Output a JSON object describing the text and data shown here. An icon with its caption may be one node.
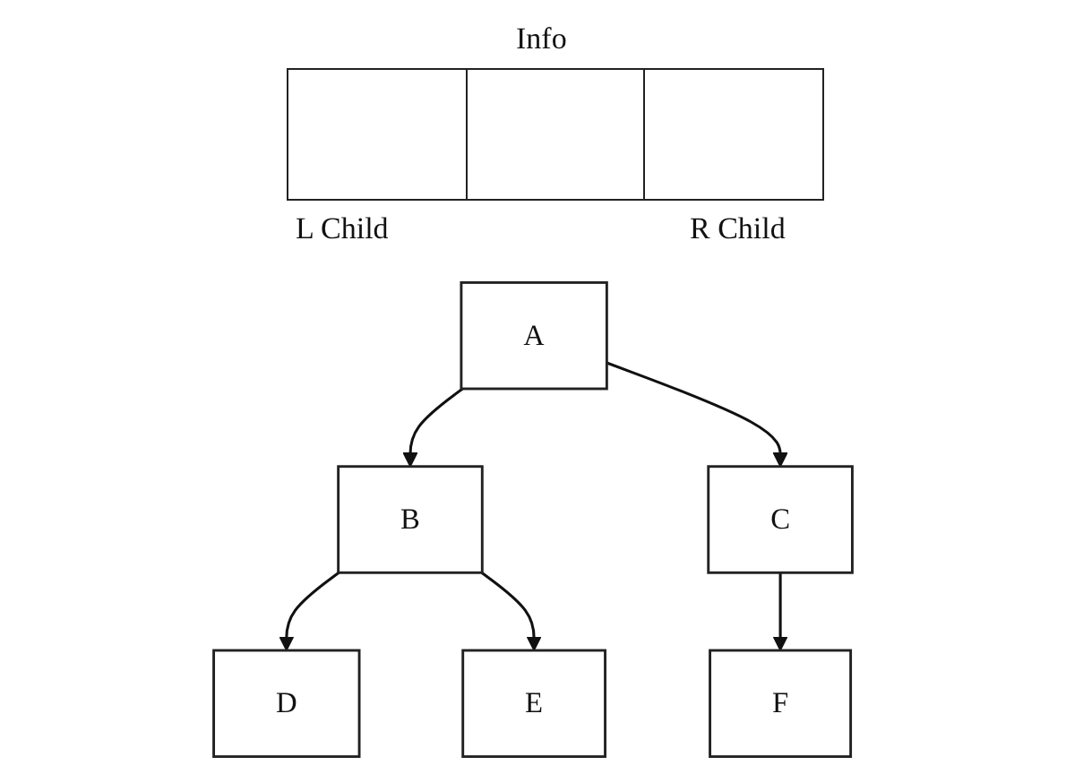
{
  "diagram": {
    "nodes": [
      {
        "text": [
          "A"
        ]
      },
      {
        "text": [
          "B"
        ]
      },
      {
        "text": [
          "C"
        ]
      },
      {
        "text": [
          "D"
        ]
      },
      {
        "text": [
          "E"
        ]
      },
      {
        "text": [
          "F"
        ]
      }
    ],
    "edges": [
      {
        "from": 0,
        "to": 1,
        "arrow": "to"
      },
      {
        "from": 0,
        "to": 2,
        "arrow": "to"
      },
      {
        "from": 1,
        "to": 3,
        "arrow": "to"
      },
      {
        "from": 1,
        "to": 4,
        "arrow": "to"
      },
      {
        "from": 2,
        "to": 5,
        "arrow": "to"
      }
    ],
    "labels": [
      "Info",
      "L Child",
      "R Child"
    ]
  }
}
